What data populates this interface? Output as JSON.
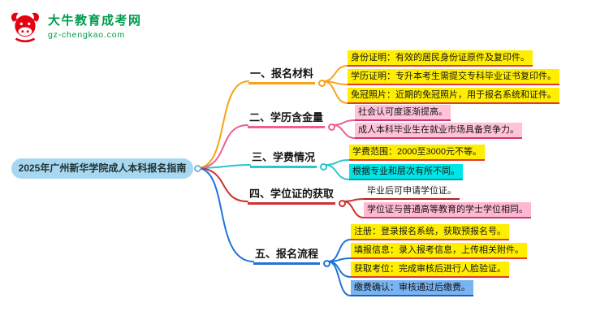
{
  "logo": {
    "title": "大牛教育成考网",
    "subtitle": "gz-chengkao.com",
    "brand_color": "#e60012",
    "text_color": "#009b4c"
  },
  "root": {
    "label": "2025年广州新华学院成人本科报名指南",
    "bg": "#a8d8f0"
  },
  "branches": [
    {
      "label": "一、报名材料",
      "color": "#f7a21b",
      "leaves": [
        {
          "text": "身份证明：有效的居民身份证原件及复印件。",
          "bg": "#ffee00",
          "line": "#e23a2d"
        },
        {
          "text": "学历证明：专升本考生需提交专科毕业证书复印件。",
          "bg": "#ffee00",
          "line": "#e23a2d"
        },
        {
          "text": "免冠照片：近期的免冠照片，用于报名系统和证件。",
          "bg": "#ffee00",
          "line": "#e23a2d"
        }
      ]
    },
    {
      "label": "二、学历含金量",
      "color": "#ee5f8d",
      "leaves": [
        {
          "text": "社会认可度逐渐提高。",
          "bg": "#ffc2d9",
          "line": "#d6336c"
        },
        {
          "text": "成人本科毕业生在就业市场具备竞争力。",
          "bg": "#ffc2d9",
          "line": "#d6336c"
        }
      ]
    },
    {
      "label": "三、学费情况",
      "color": "#2cc6cc",
      "leaves": [
        {
          "text": "学费范围：2000至3000元不等。",
          "bg": "#ffee00",
          "line": "#e23a2d"
        },
        {
          "text": "根据专业和层次有所不同。",
          "bg": "#00e5e5",
          "line": "#00a3ad"
        }
      ]
    },
    {
      "label": "四、学位证的获取",
      "color": "#cf3030",
      "leaves": [
        {
          "text": "毕业后可申请学位证。",
          "bg": "#ffffff",
          "line": "#b02020"
        },
        {
          "text": "学位证与普通高等教育的学士学位相同。",
          "bg": "#ffb8d2",
          "line": "#d6336c"
        }
      ]
    },
    {
      "label": "五、报名流程",
      "color": "#2273d8",
      "leaves": [
        {
          "text": "注册：登录报名系统，获取预报名号。",
          "bg": "#ffee00",
          "line": "#e23a2d"
        },
        {
          "text": "填报信息：录入报考信息，上传相关附件。",
          "bg": "#ffee00",
          "line": "#e23a2d"
        },
        {
          "text": "获取考位：完成审核后进行人脸验证。",
          "bg": "#ffee00",
          "line": "#e23a2d"
        },
        {
          "text": "缴费确认：审核通过后缴费。",
          "bg": "#78b3f2",
          "line": "#1d5fc0"
        }
      ]
    }
  ]
}
